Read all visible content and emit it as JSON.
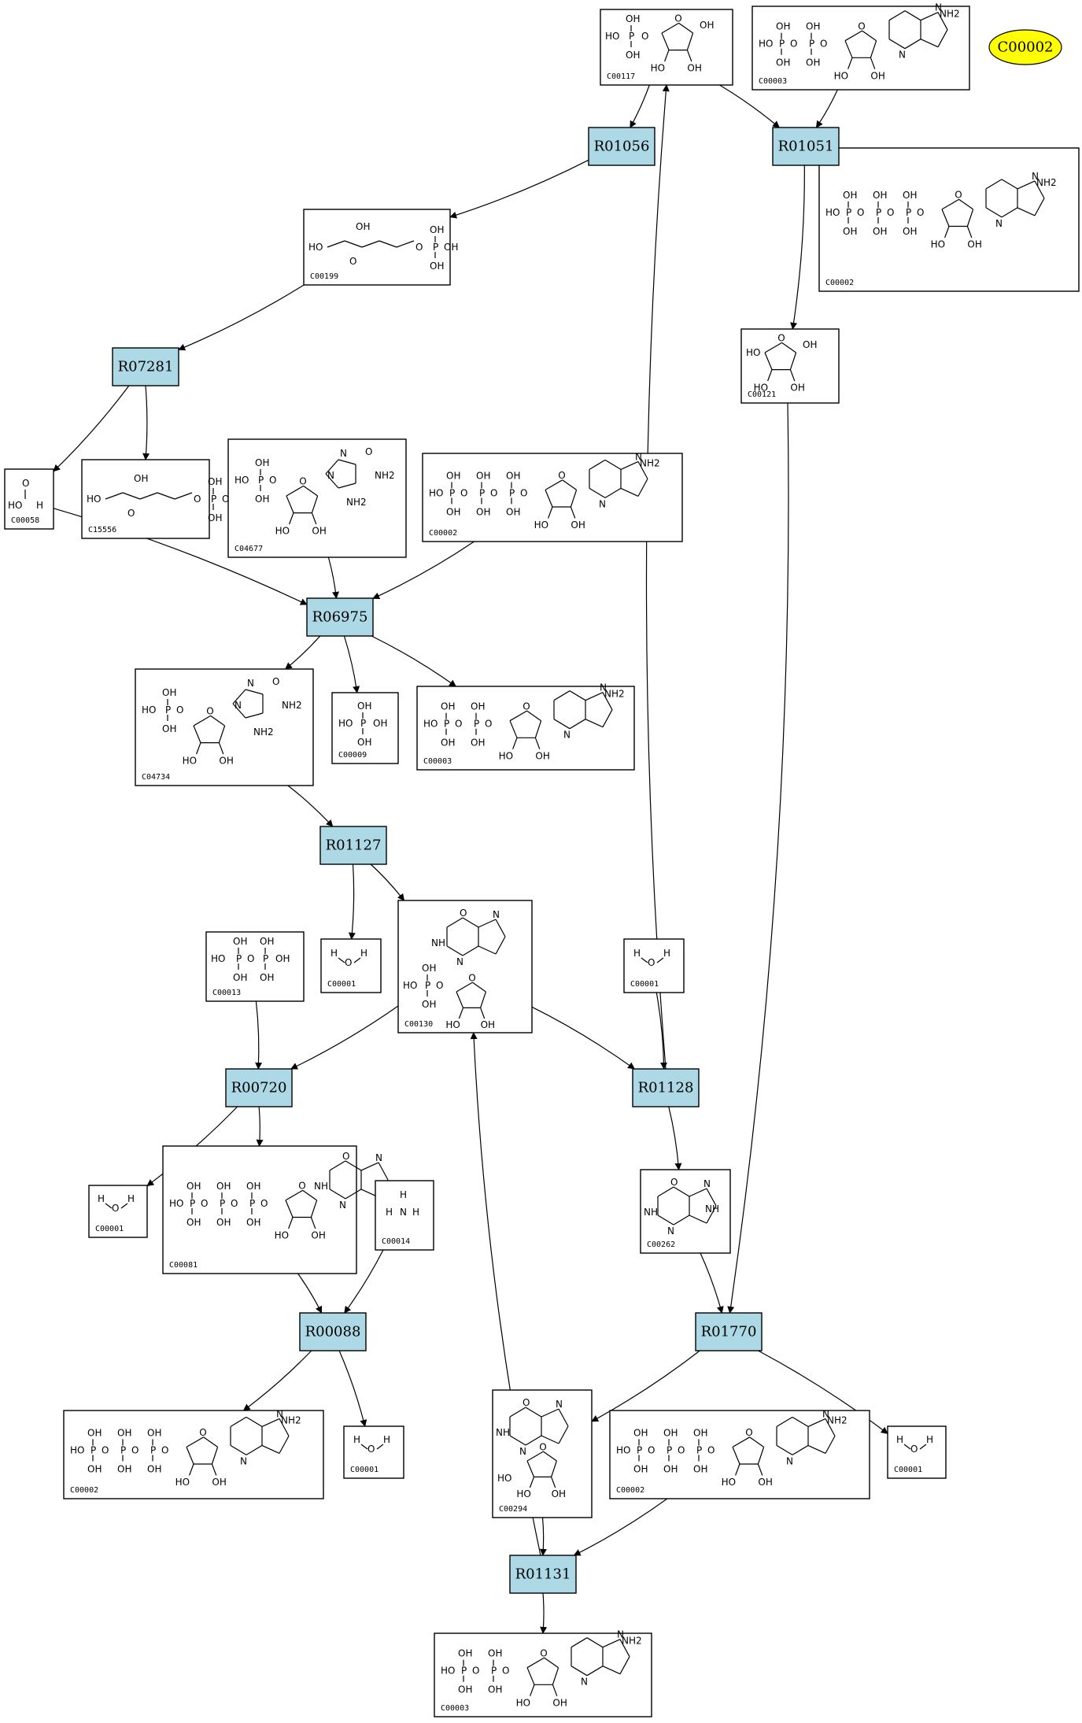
{
  "legend": {
    "label": "C00002"
  },
  "compounds": [
    {
      "id": "c00117",
      "label": "C00117",
      "kind": "ribose5p"
    },
    {
      "id": "c00003a",
      "label": "C00003",
      "kind": "nucleotide2"
    },
    {
      "id": "c00002a",
      "label": "C00002",
      "kind": "nucleotide3"
    },
    {
      "id": "c00199",
      "label": "C00199",
      "kind": "chain"
    },
    {
      "id": "c00121",
      "label": "C00121",
      "kind": "ribose"
    },
    {
      "id": "c00058",
      "label": "C00058",
      "kind": "formate"
    },
    {
      "id": "c15556",
      "label": "C15556",
      "kind": "chain"
    },
    {
      "id": "c04677",
      "label": "C04677",
      "kind": "aicar"
    },
    {
      "id": "c00002b",
      "label": "C00002",
      "kind": "nucleotide3"
    },
    {
      "id": "c04734",
      "label": "C04734",
      "kind": "aicar"
    },
    {
      "id": "c00009",
      "label": "C00009",
      "kind": "phosphate"
    },
    {
      "id": "c00003b",
      "label": "C00003",
      "kind": "nucleotide2"
    },
    {
      "id": "c00013",
      "label": "C00013",
      "kind": "ppi"
    },
    {
      "id": "c00001a",
      "label": "C00001",
      "kind": "water"
    },
    {
      "id": "c00130",
      "label": "C00130",
      "kind": "imp"
    },
    {
      "id": "c00001b",
      "label": "C00001",
      "kind": "water"
    },
    {
      "id": "c00001c",
      "label": "C00001",
      "kind": "water"
    },
    {
      "id": "c00081",
      "label": "C00081",
      "kind": "itp"
    },
    {
      "id": "c00014",
      "label": "C00014",
      "kind": "ammonia"
    },
    {
      "id": "c00262",
      "label": "C00262",
      "kind": "hypoxanthine"
    },
    {
      "id": "c00002c",
      "label": "C00002",
      "kind": "nucleotide3"
    },
    {
      "id": "c00001d",
      "label": "C00001",
      "kind": "water"
    },
    {
      "id": "c00294",
      "label": "C00294",
      "kind": "inosine"
    },
    {
      "id": "c00002d",
      "label": "C00002",
      "kind": "nucleotide3"
    },
    {
      "id": "c00001e",
      "label": "C00001",
      "kind": "water"
    },
    {
      "id": "c00003c",
      "label": "C00003",
      "kind": "nucleotide2"
    }
  ],
  "reactions": [
    {
      "id": "r01056",
      "label": "R01056"
    },
    {
      "id": "r01051",
      "label": "R01051"
    },
    {
      "id": "r07281",
      "label": "R07281"
    },
    {
      "id": "r06975",
      "label": "R06975"
    },
    {
      "id": "r01127",
      "label": "R01127"
    },
    {
      "id": "r00720",
      "label": "R00720"
    },
    {
      "id": "r01128",
      "label": "R01128"
    },
    {
      "id": "r00088",
      "label": "R00088"
    },
    {
      "id": "r01770",
      "label": "R01770"
    },
    {
      "id": "r01131",
      "label": "R01131"
    }
  ],
  "atoms": {
    "oh": "OH",
    "ho": "HO",
    "o": "O",
    "p": "P",
    "n": "N",
    "nh": "NH",
    "nh2": "NH2",
    "h": "H",
    "sub2": "2"
  }
}
